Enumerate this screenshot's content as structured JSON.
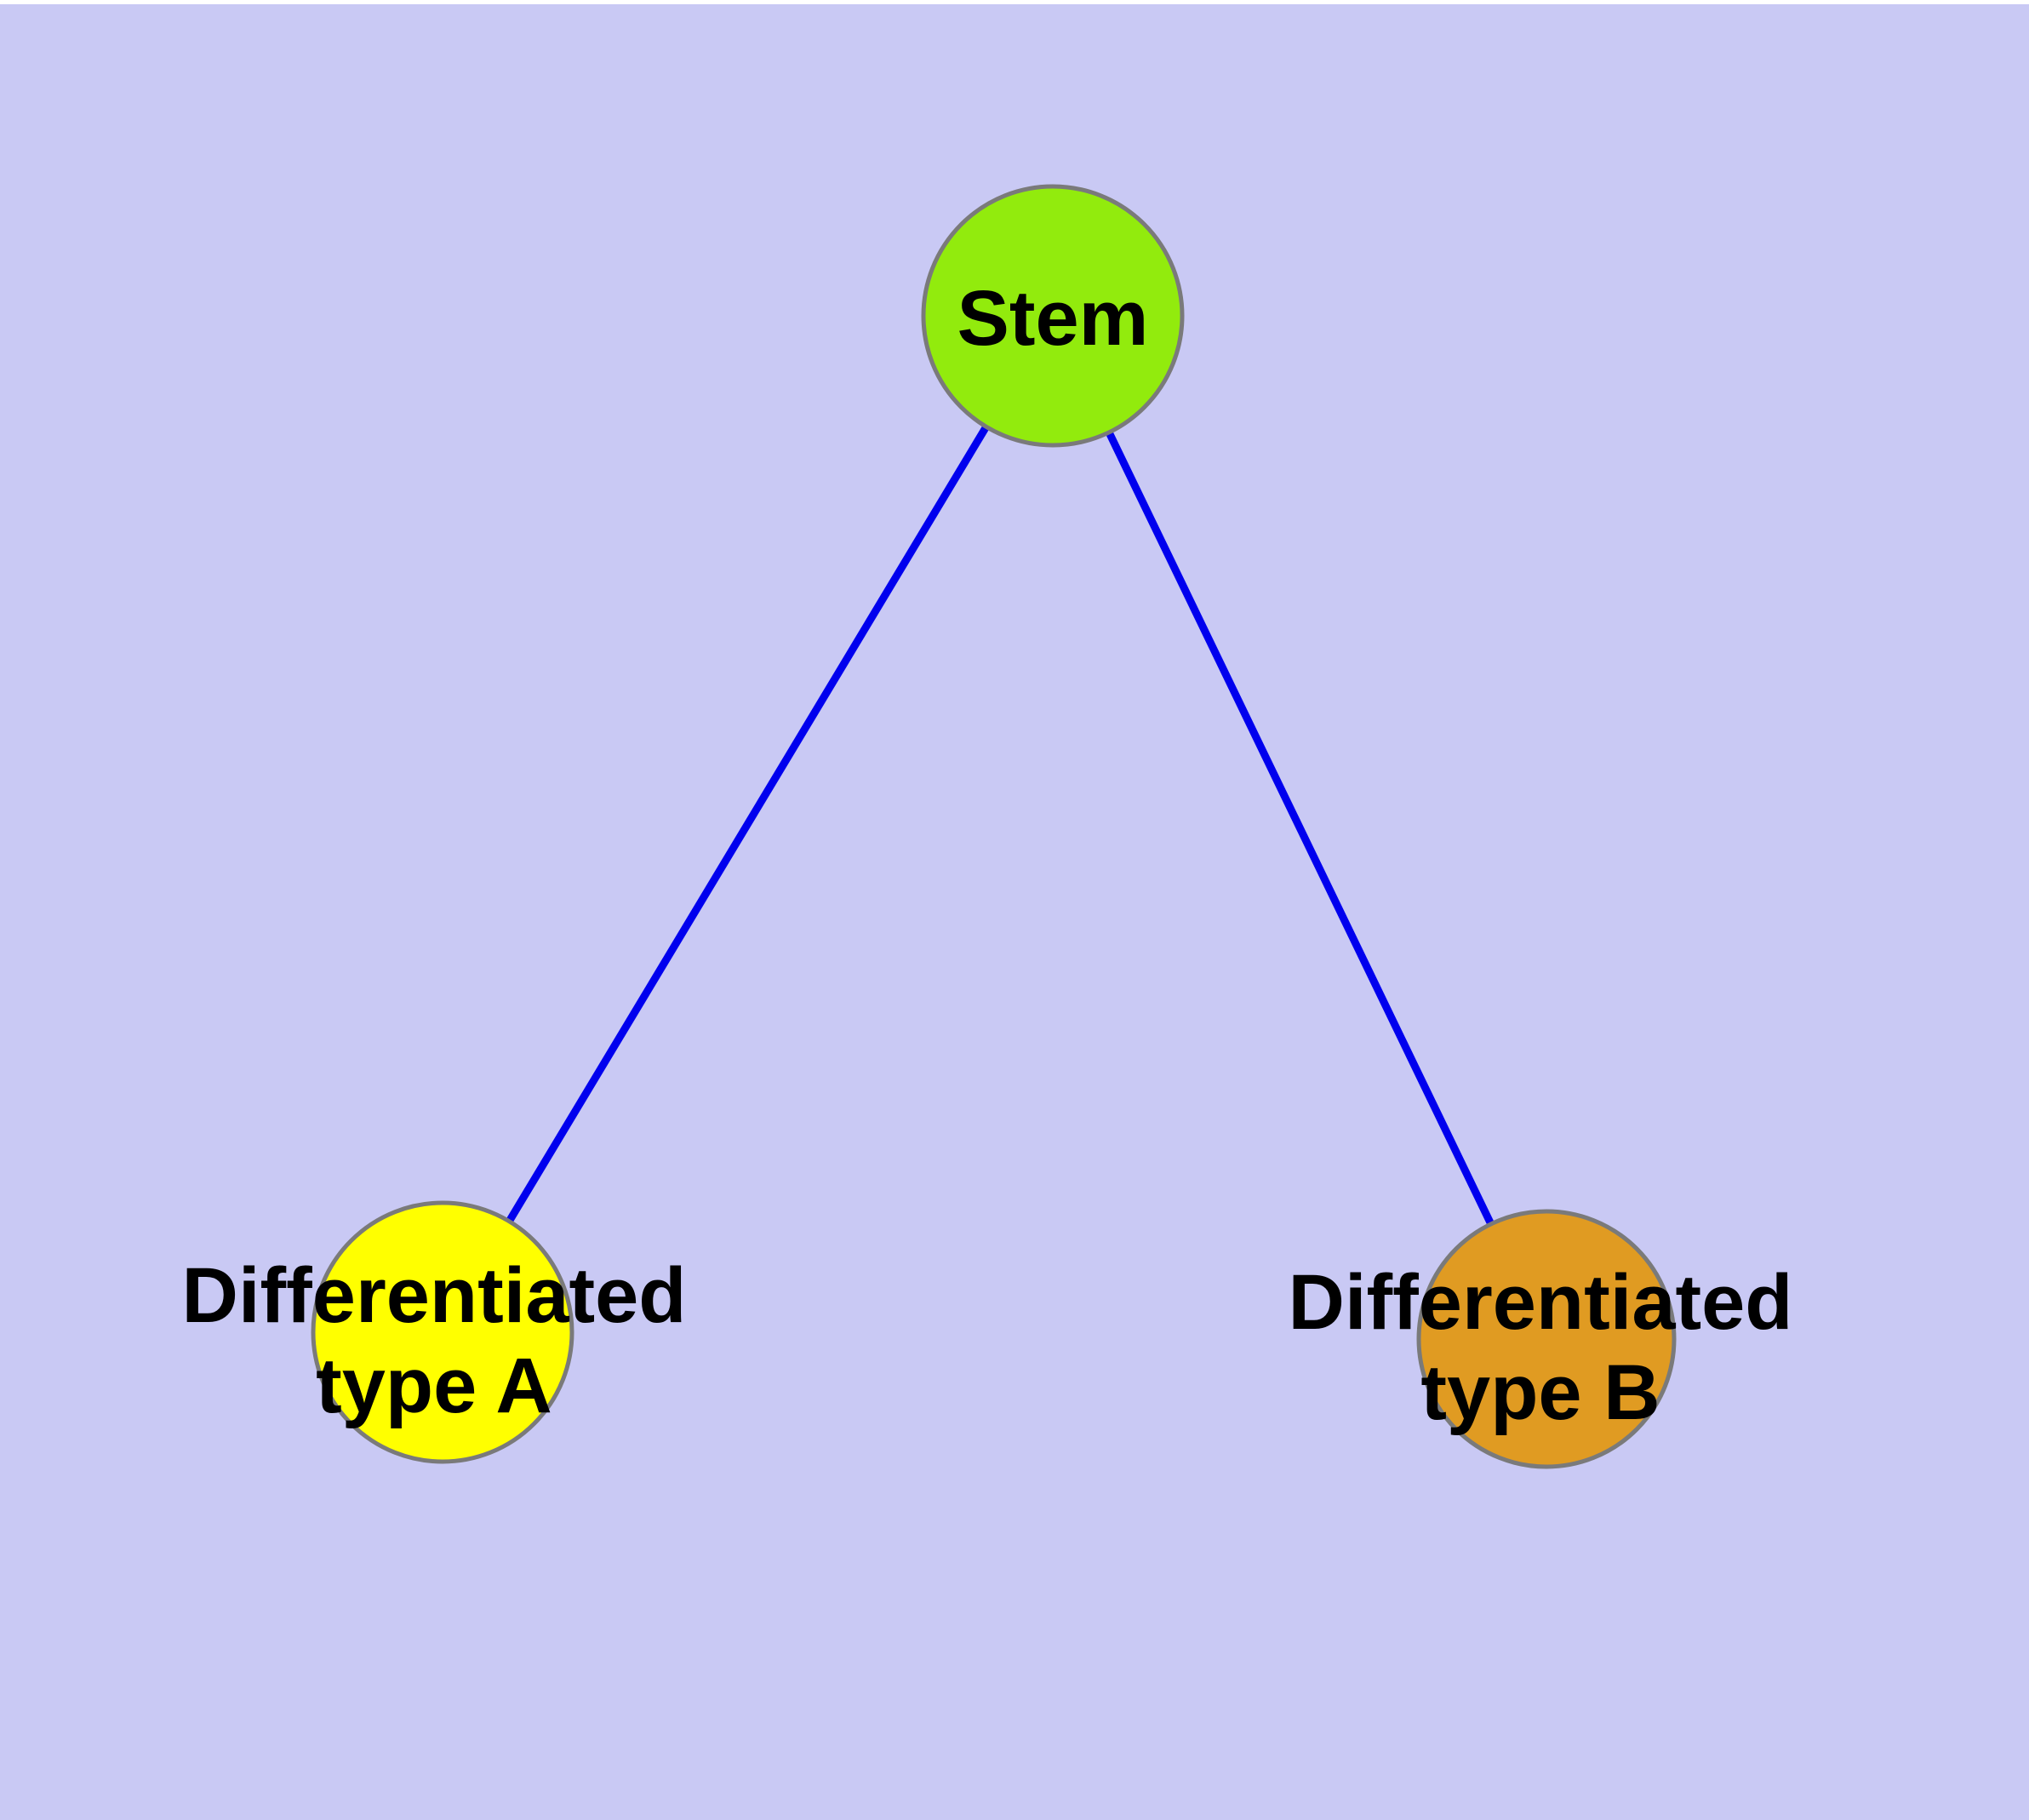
{
  "diagram": {
    "type": "graph",
    "background_color": "#C9C9F4",
    "top_strip_color": "#FFFFFF",
    "edge_color": "#0000EE",
    "node_border_color": "#7A7A7A",
    "label_color": "#000000",
    "nodes": {
      "stem": {
        "id": "stem",
        "label": "Stem",
        "fill_color": "#92EB0D"
      },
      "type_a": {
        "id": "type_a",
        "label": "Differentiated type A",
        "label_line1": "Differentiated",
        "label_line2": "type A",
        "fill_color": "#FFFF00"
      },
      "type_b": {
        "id": "type_b",
        "label": "Differentiated type B",
        "label_line1": "Differentiated",
        "label_line2": "type B",
        "fill_color": "#E09B22"
      }
    },
    "edges": [
      {
        "from": "stem",
        "to": "type_a"
      },
      {
        "from": "stem",
        "to": "type_b"
      }
    ]
  }
}
